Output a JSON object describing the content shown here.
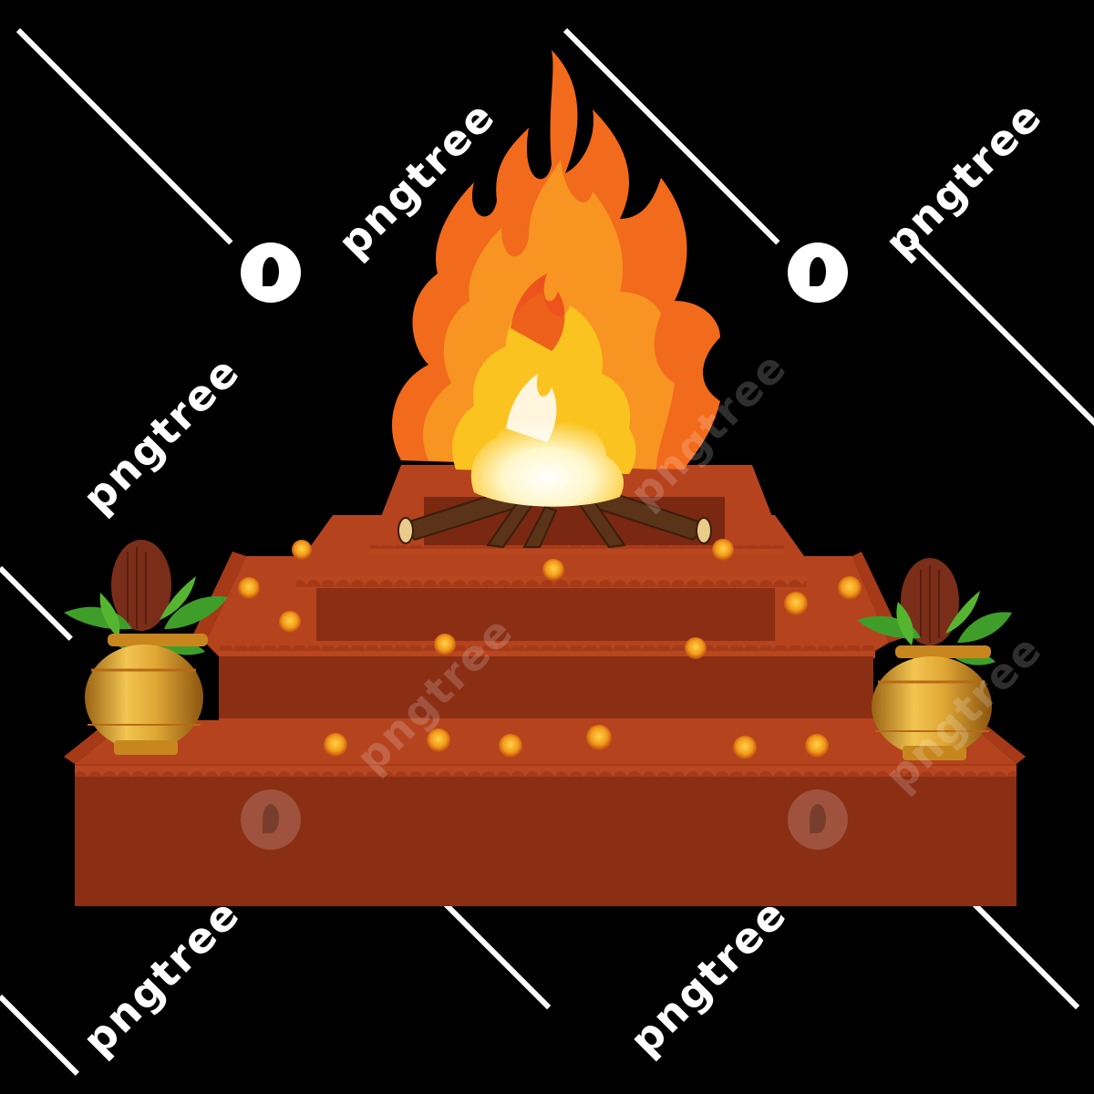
{
  "image": {
    "subject": "Havan kund (three-tier brick fire altar) with burning fire, logs, marigold flowers and two golden kalash pots with coconut and mango leaves",
    "background": "#000000",
    "watermark": {
      "text": "pngtree",
      "count_text": 8,
      "count_logo": 4
    },
    "colors": {
      "altar_top": "#b5431e",
      "altar_face": "#8a2e14",
      "altar_edge": "#c65226",
      "flame_outer": "#f26a1b",
      "flame_mid": "#fbb017",
      "flame_core": "#ffffff",
      "marigold": "#f39a1a",
      "kalash_gold": "#d9a12a",
      "leaf_green": "#3f9e2a",
      "coconut": "#7a2e1a",
      "wood": "#5a3318"
    }
  }
}
